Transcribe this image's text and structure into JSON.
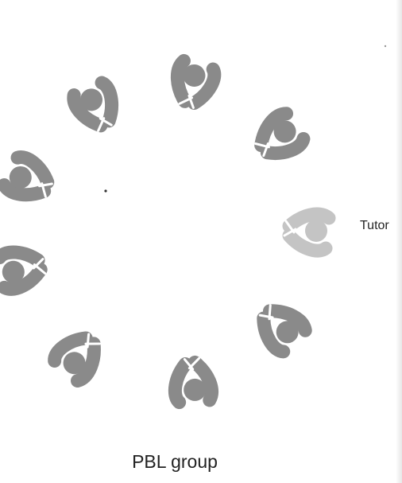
{
  "colors": {
    "member_fill": "#8a8a8a",
    "tutor_fill": "#c4c4c4",
    "separator": "#ffffff",
    "text": "#222222",
    "background": "#ffffff"
  },
  "participants": [
    {
      "role": "tutor",
      "label": "Tutor",
      "icon": "tutor-figure-icon"
    },
    {
      "role": "member",
      "icon": "student-figure-icon"
    },
    {
      "role": "member",
      "icon": "student-figure-icon"
    },
    {
      "role": "member",
      "icon": "student-figure-icon"
    },
    {
      "role": "member",
      "icon": "student-figure-icon"
    },
    {
      "role": "member",
      "icon": "student-figure-icon"
    },
    {
      "role": "member",
      "icon": "student-figure-icon"
    },
    {
      "role": "member",
      "icon": "student-figure-icon"
    },
    {
      "role": "member",
      "icon": "student-figure-icon"
    }
  ],
  "caption": "PBL group"
}
